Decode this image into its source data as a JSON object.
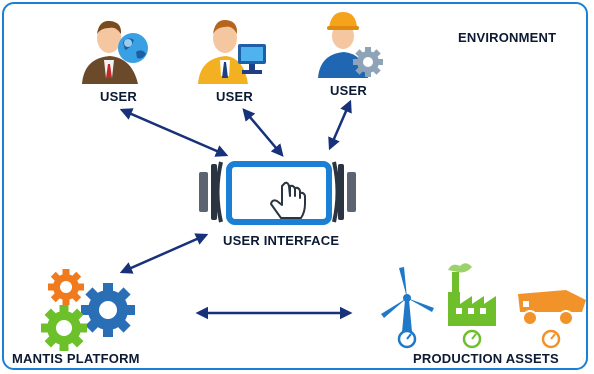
{
  "environment_label": "ENVIRONMENT",
  "users": [
    {
      "label": "USER",
      "icon": "user-globe-icon"
    },
    {
      "label": "USER",
      "icon": "user-computer-icon"
    },
    {
      "label": "USER",
      "icon": "user-worker-gear-icon"
    }
  ],
  "interface_label": "USER INTERFACE",
  "platform_label": "MANTIS PLATFORM",
  "assets_label": "PRODUCTION ASSETS",
  "colors": {
    "frame": "#1b7fd4",
    "arrow": "#17317a",
    "gear_orange": "#f07a1e",
    "gear_green": "#6cc02a",
    "gear_blue": "#2a6fb5",
    "turbine_blue": "#1f78c8",
    "factory_green": "#6fbf2d",
    "truck_orange": "#f2932a",
    "text": "#0d1a33"
  }
}
